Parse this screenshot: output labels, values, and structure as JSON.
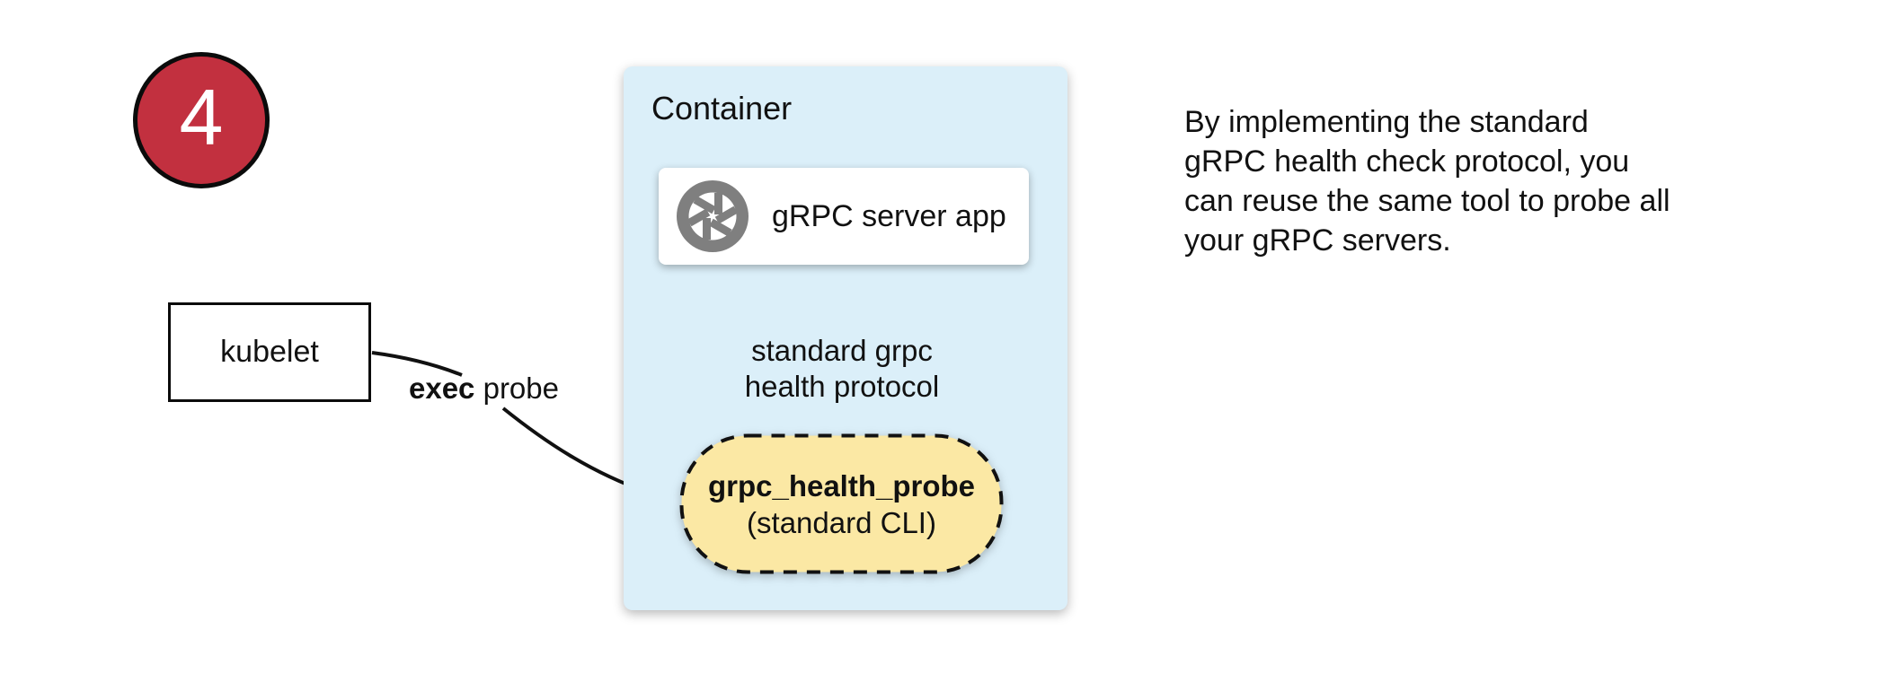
{
  "step_badge": {
    "number": "4",
    "bg_color": "#C2303F",
    "border_color": "#0b0b0b",
    "text_color": "#ffffff"
  },
  "kubelet_box": {
    "label": "kubelet"
  },
  "exec_probe_label": {
    "bold": "exec",
    "rest": " probe"
  },
  "container": {
    "title": "Container",
    "bg_color": "#DBEFF9"
  },
  "grpc_server_box": {
    "label": "gRPC server app",
    "icon": "aperture-icon",
    "icon_color": "#7F7F7F"
  },
  "protocol_label": {
    "text": "standard grpc\nhealth protocol"
  },
  "probe_pill": {
    "title": "grpc_health_probe",
    "subtitle": "(standard CLI)",
    "bg_color": "#FBE8A4",
    "border_style": "dashed"
  },
  "side_note": {
    "text": "By implementing the standard\ngRPC health check protocol, you\ncan reuse the same tool to probe all\nyour gRPC servers."
  }
}
